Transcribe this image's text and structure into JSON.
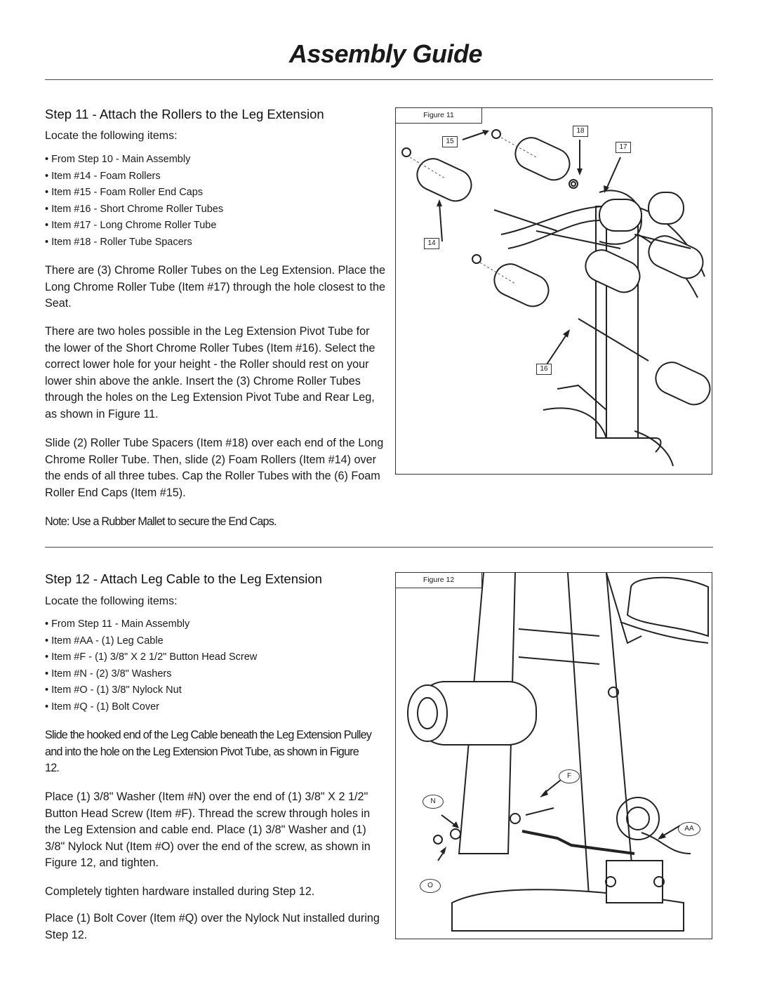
{
  "page": {
    "title": "Assembly Guide"
  },
  "step11": {
    "heading": "Step 11 - Attach the Rollers to the Leg Extension",
    "locate": "Locate the following items:",
    "items": [
      "From Step 10 - Main Assembly",
      "Item #14 - Foam Rollers",
      "Item #15 - Foam Roller End Caps",
      "Item #16 - Short Chrome Roller Tubes",
      "Item #17 - Long Chrome Roller Tube",
      "Item #18 - Roller Tube Spacers"
    ],
    "para1": "There are (3) Chrome Roller Tubes on the Leg Extension. Place the Long Chrome Roller Tube (Item #17) through the hole closest to the Seat.",
    "para2": "There are two holes possible in the Leg Extension Pivot Tube for the lower of the Short Chrome Roller Tubes (Item #16). Select the correct lower hole for your height - the Roller should rest on your lower shin above the ankle. Insert the (3) Chrome Roller Tubes through the holes on the Leg Extension Pivot Tube and Rear Leg, as shown in Figure 11.",
    "para3": "Slide (2) Roller Tube Spacers (Item #18) over each end of the Long Chrome Roller Tube. Then, slide (2) Foam Rollers (Item #14) over the ends of all three tubes.  Cap the Roller Tubes with the (6) Foam Roller End Caps (Item #15).",
    "note": "Note: Use a Rubber Mallet to secure the End Caps.",
    "figure": {
      "label": "Figure 11",
      "callouts": {
        "c18": "18",
        "c15": "15",
        "c17": "17",
        "c14": "14",
        "c16": "16"
      }
    }
  },
  "step12": {
    "heading": "Step 12 - Attach Leg Cable to the Leg Extension",
    "locate": "Locate the following items:",
    "items": [
      "From Step 11 - Main Assembly",
      "Item #AA - (1) Leg Cable",
      "Item #F - (1) 3/8\" X 2 1/2\" Button Head Screw",
      "Item #N - (2) 3/8\" Washers",
      "Item #O - (1) 3/8\" Nylock Nut",
      "Item #Q - (1) Bolt Cover"
    ],
    "para1": "Slide the hooked end of the Leg Cable beneath the Leg Extension Pulley and into the hole on the Leg Extension Pivot Tube, as shown in Figure 12.",
    "para2": "Place (1) 3/8\" Washer (Item #N) over the end of (1) 3/8\" X 2 1/2\" Button Head Screw (Item #F).  Thread the screw through holes in the Leg Extension and cable end. Place (1) 3/8\" Washer and (1) 3/8\" Nylock Nut (Item #O) over the end of the screw, as shown in Figure 12, and tighten.",
    "para3": "Completely tighten hardware installed during Step 12.",
    "para4": "Place (1) Bolt Cover (Item #Q) over the Nylock Nut installed during Step 12.",
    "figure": {
      "label": "Figure 12",
      "callouts": {
        "cF": "F",
        "cN": "N",
        "cAA": "AA",
        "cO": "O"
      }
    }
  }
}
